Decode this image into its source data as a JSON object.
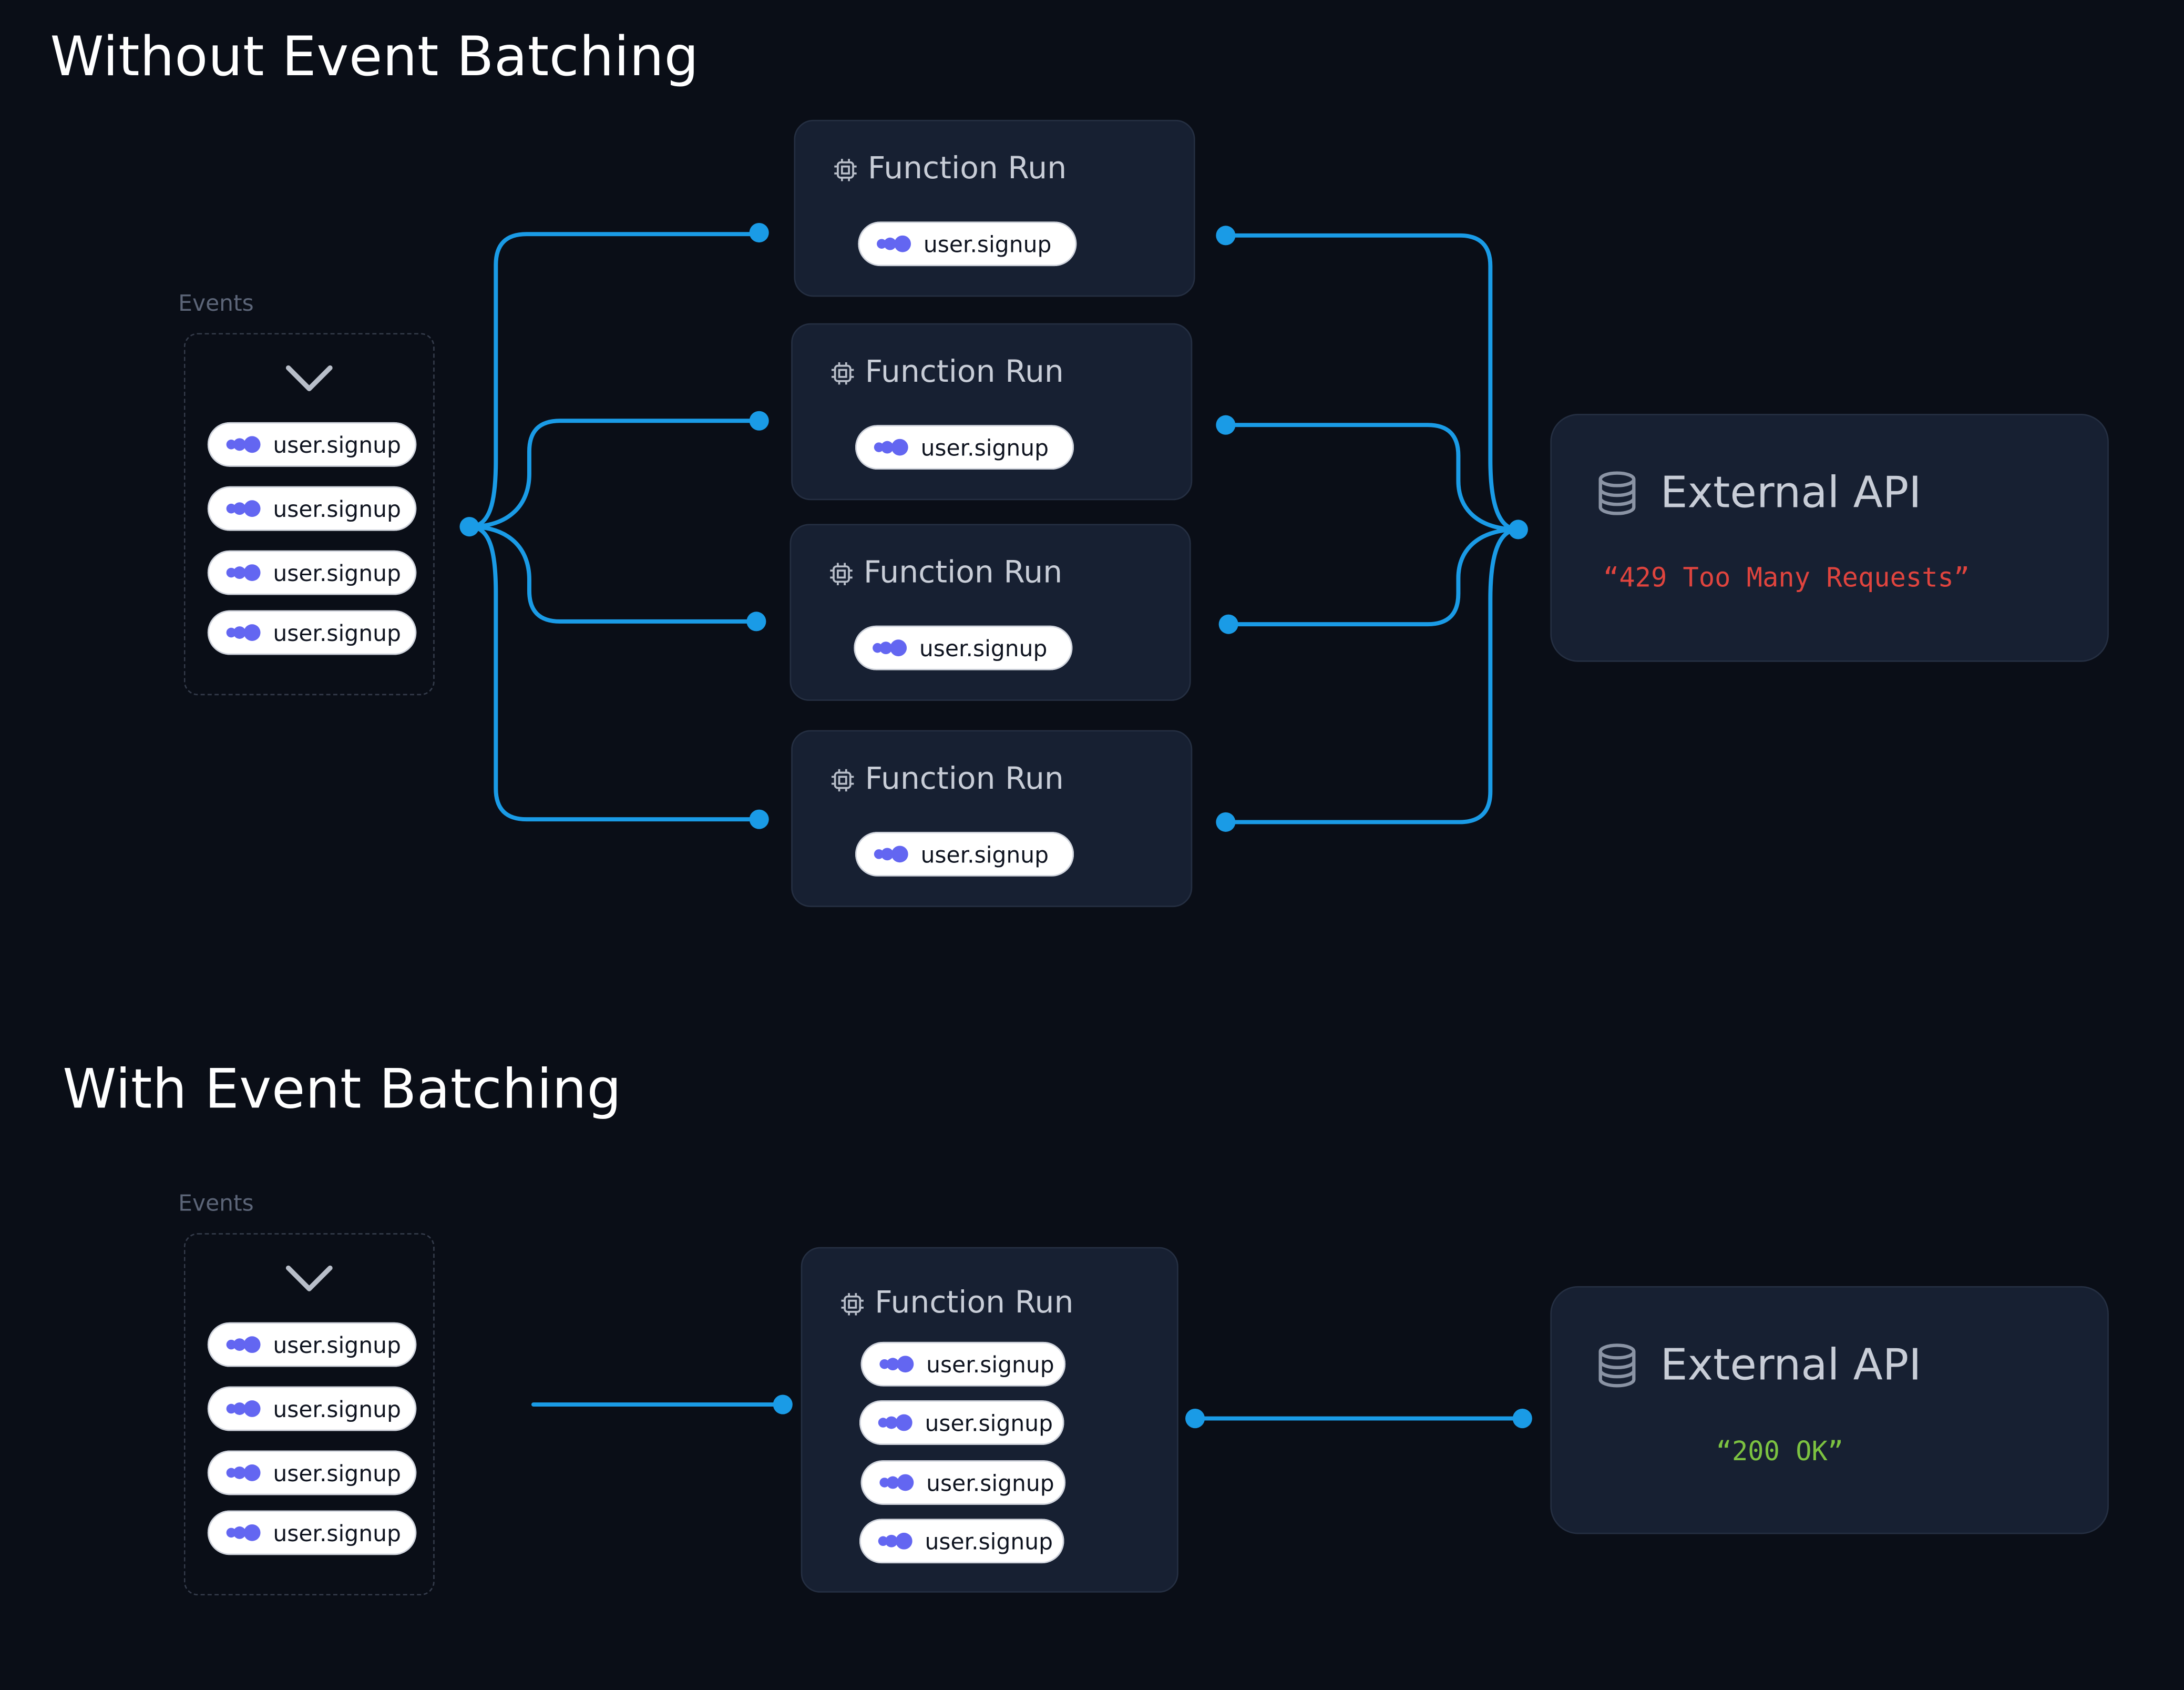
{
  "colors": {
    "background": "#0a0e17",
    "card": "#172032",
    "connector": "#1a9be6",
    "error_text": "#e0443e",
    "success_text": "#7cc241",
    "event_dot": "#6366f1"
  },
  "without": {
    "title": "Without Event Batching",
    "events_label": "Events",
    "events": [
      "user.signup",
      "user.signup",
      "user.signup",
      "user.signup"
    ],
    "runs": [
      {
        "title": "Function Run",
        "event": "user.signup"
      },
      {
        "title": "Function Run",
        "event": "user.signup"
      },
      {
        "title": "Function Run",
        "event": "user.signup"
      },
      {
        "title": "Function Run",
        "event": "user.signup"
      }
    ],
    "api": {
      "title": "External API",
      "status": "“429 Too Many Requests”"
    }
  },
  "with": {
    "title": "With Event Batching",
    "events_label": "Events",
    "events": [
      "user.signup",
      "user.signup",
      "user.signup",
      "user.signup"
    ],
    "run": {
      "title": "Function Run",
      "events": [
        "user.signup",
        "user.signup",
        "user.signup",
        "user.signup"
      ]
    },
    "api": {
      "title": "External API",
      "status": "“200 OK”"
    }
  },
  "icons": {
    "event": "event-stream-icon",
    "function": "chip-icon",
    "api": "database-icon",
    "expand": "chevron-down-icon"
  }
}
